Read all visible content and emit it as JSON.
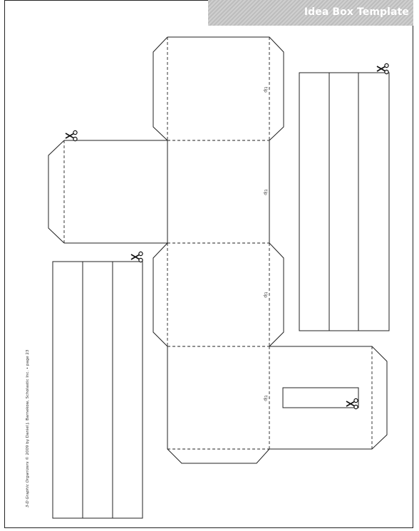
{
  "header": {
    "title": "Idea Box Template"
  },
  "template": {
    "tab_label": "tip"
  },
  "footer": {
    "credit_title": "3-D Graphic Organizers",
    "credit_rest": " © 2009 by Daniel J. Barnekow, Scholastic Inc. • page 23"
  },
  "colors": {
    "line": "#222222",
    "header_band": "#c8c8c8",
    "header_text": "#ffffff"
  },
  "icons": [
    "scissors-icon"
  ]
}
